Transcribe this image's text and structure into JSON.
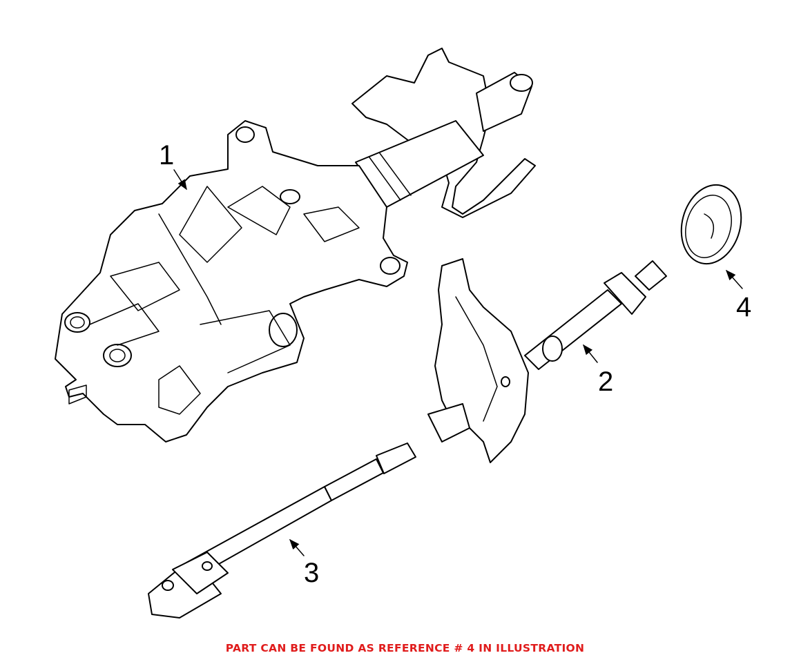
{
  "callouts": [
    {
      "ref": "1"
    },
    {
      "ref": "2"
    },
    {
      "ref": "3"
    },
    {
      "ref": "4"
    }
  ],
  "footer": {
    "note": "PART CAN BE FOUND AS REFERENCE # 4 IN ILLUSTRATION",
    "note_color": "#e01c1c"
  }
}
